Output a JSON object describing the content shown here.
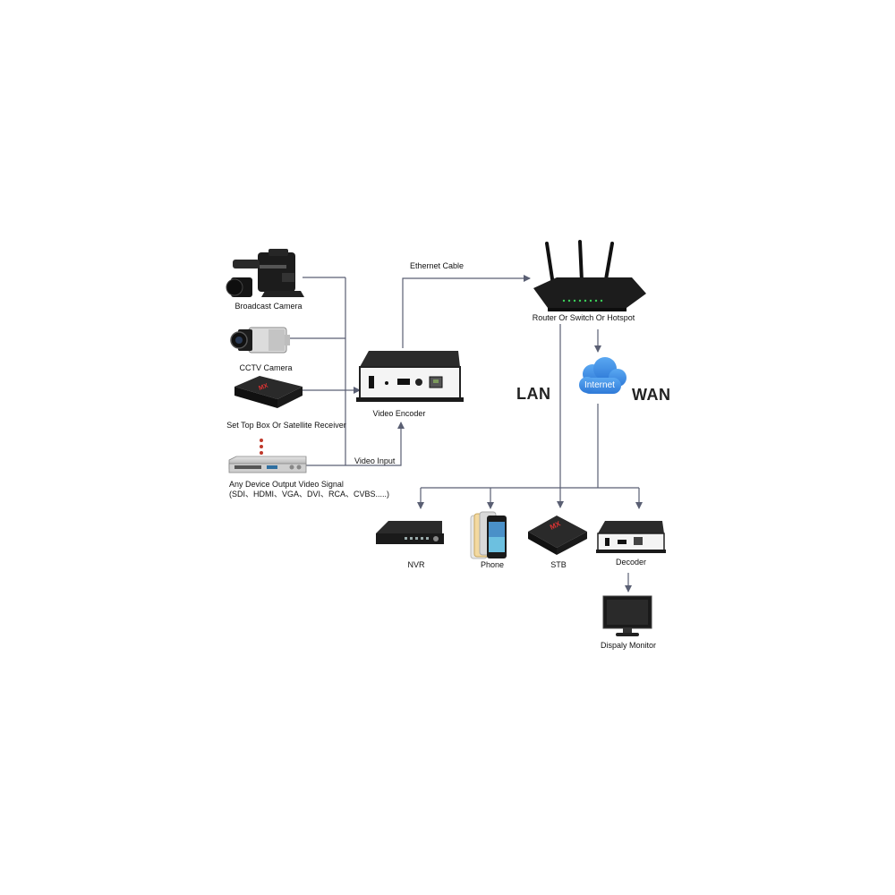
{
  "sources": {
    "broadcast_camera": "Broadcast Camera",
    "cctv_camera": "CCTV Camera",
    "set_top_box": "Set Top Box Or Satellite Receiver",
    "any_device_line1": "Any Device Output Video Signal",
    "any_device_line2": "(SDI、HDMI、VGA、DVI、RCA、CVBS.....)"
  },
  "encoder": {
    "label": "Video Encoder",
    "ethernet_cable": "Ethernet Cable",
    "video_input": "Video Input"
  },
  "network": {
    "router_label": "Router Or Switch Or Hotspot",
    "lan": "LAN",
    "wan": "WAN",
    "internet": "Internet"
  },
  "receivers": {
    "nvr": "NVR",
    "phone": "Phone",
    "stb": "STB",
    "decoder": "Decoder",
    "monitor": "Dispaly Monitor"
  },
  "colors": {
    "line": "#5a5f73",
    "device_dark": "#1b1b1b",
    "cloud": "#3f8de6"
  }
}
